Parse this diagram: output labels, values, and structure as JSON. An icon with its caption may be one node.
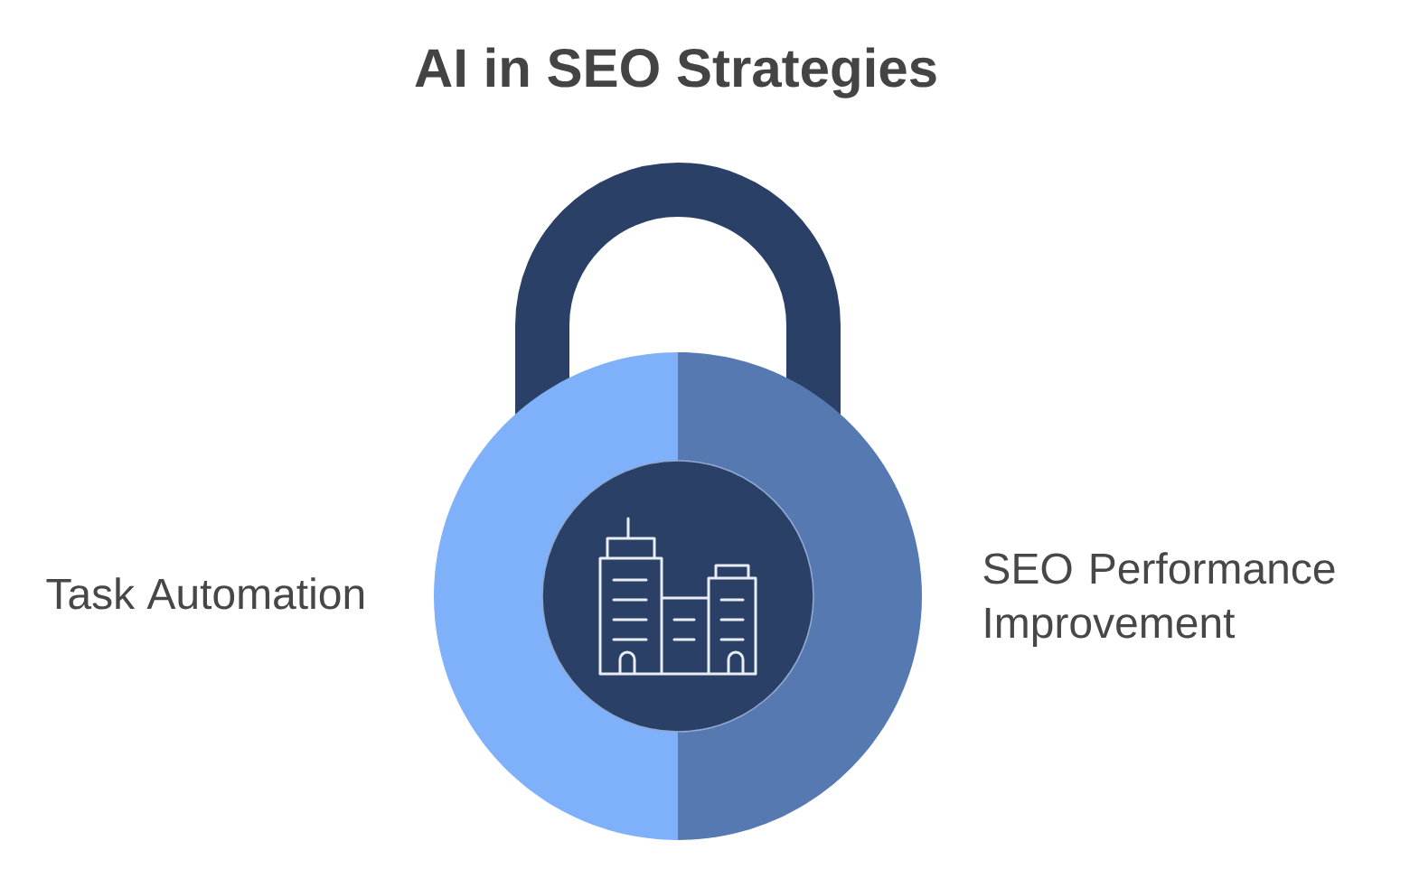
{
  "diagram": {
    "title": "AI in SEO Strategies",
    "nodes": [
      {
        "text": [],
        "shape": "semicircle",
        "beside": [
          "Task Automation"
        ]
      },
      {
        "text": [],
        "shape": "semicircle",
        "beside": [
          "SEO Performance Improvement"
        ]
      }
    ]
  }
}
